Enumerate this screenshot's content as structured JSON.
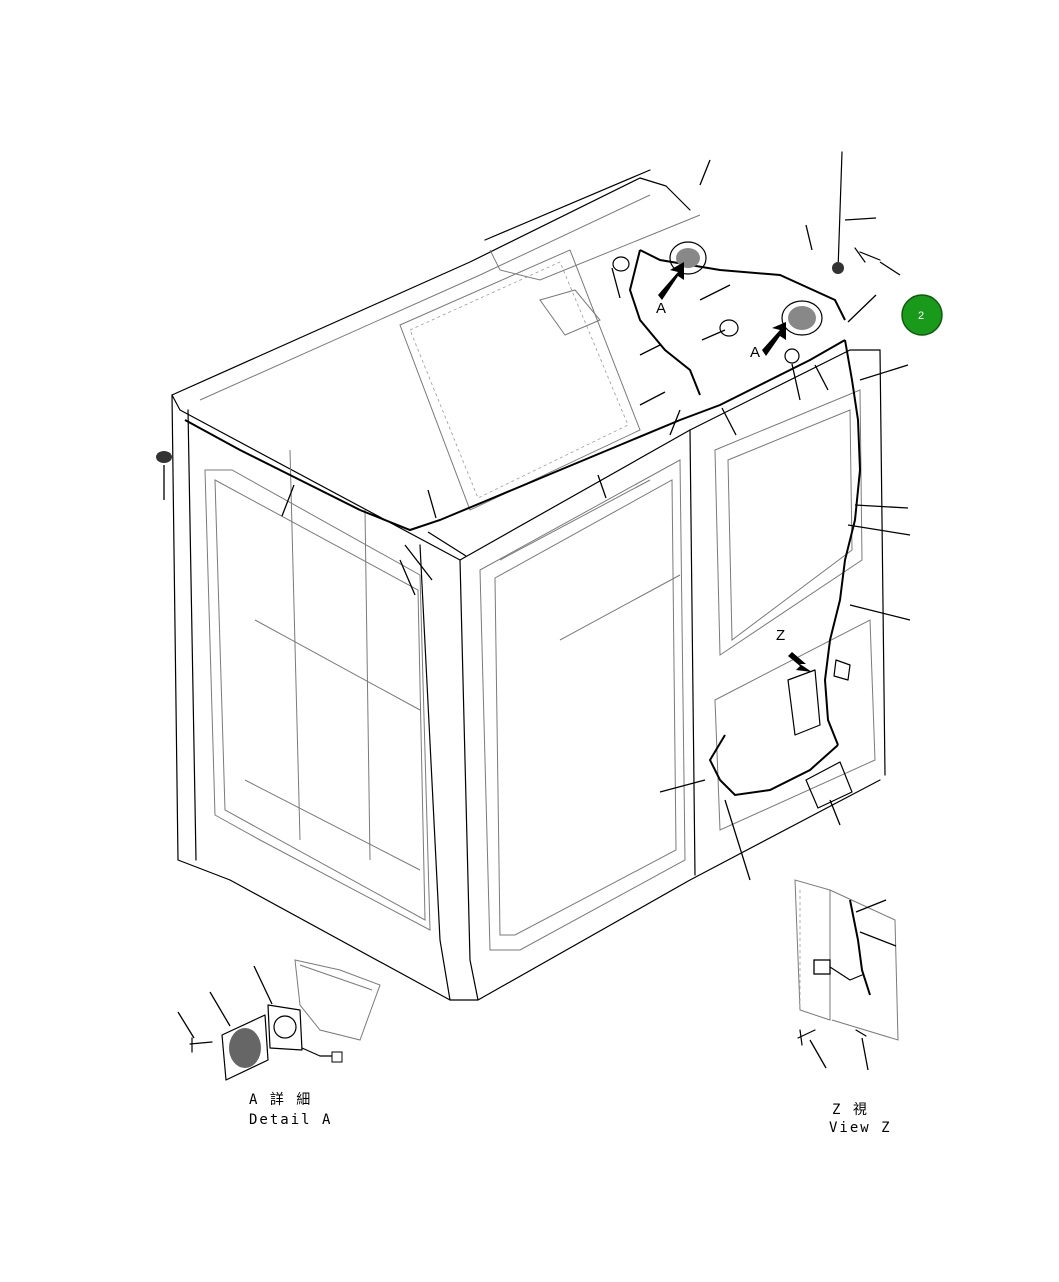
{
  "badge": {
    "number": "2",
    "color": "#1a9a1a"
  },
  "arrow_labels": {
    "left_arrow": "A",
    "right_arrow": "A",
    "view_arrow": "Z"
  },
  "detail_a": {
    "title_jp": "A 詳 細",
    "title_en": "Detail A"
  },
  "view_z": {
    "title_jp": "Z  視",
    "title_en": "View Z"
  }
}
